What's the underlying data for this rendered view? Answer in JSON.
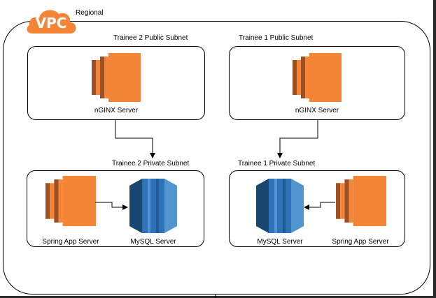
{
  "vpc": {
    "logo_text": "VPC",
    "scope_label": "Regional"
  },
  "subnets": {
    "t2_public": {
      "title": "Trainee 2 Public Subnet",
      "server_label": "nGINX Server",
      "icon": "ec2-instance-icon"
    },
    "t1_public": {
      "title": "Trainee 1 Public Subnet",
      "server_label": "nGINX Server",
      "icon": "ec2-instance-icon"
    },
    "t2_private": {
      "title": "Trainee 2 Private Subnet",
      "app_label": "Spring App Server",
      "db_label": "MySQL Server"
    },
    "t1_private": {
      "title": "Trainee 1 Private Subnet",
      "app_label": "Spring App Server",
      "db_label": "MySQL Server"
    }
  },
  "icons": {
    "server": "ec2-instance-icon",
    "database": "rds-database-icon",
    "cloud": "cloud-icon"
  },
  "colors": {
    "server": "#f58536",
    "server_dark": "#9d5025",
    "db": "#2e73b8",
    "db_dark": "#1a476f",
    "db_light": "#5294cf"
  }
}
